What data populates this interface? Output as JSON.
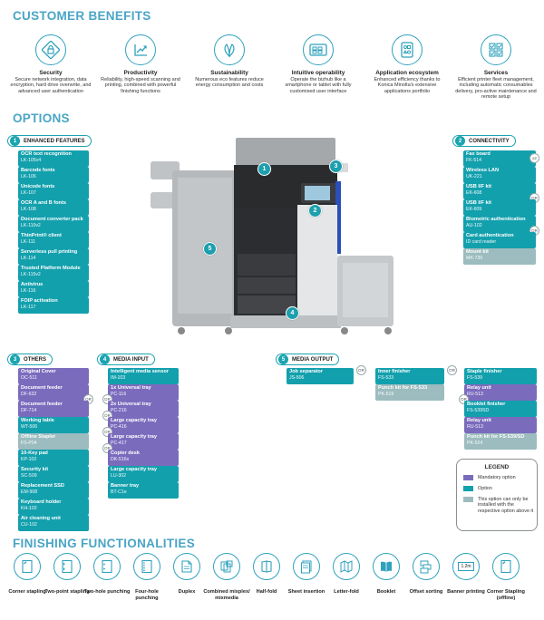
{
  "benefits": {
    "title": "CUSTOMER BENEFITS",
    "items": [
      {
        "icon": "lock-shield-icon",
        "title": "Security",
        "desc": "Secure network integration, data encryption, hard drive overwrite, and advanced user authentication"
      },
      {
        "icon": "growth-chart-icon",
        "title": "Productivity",
        "desc": "Reliability, high-speed scanning and printing, combined with powerful finishing functions"
      },
      {
        "icon": "leaf-icon",
        "title": "Sustainability",
        "desc": "Numerous eco features reduce energy consumption and costs"
      },
      {
        "icon": "tablet-panel-icon",
        "title": "Intuitive operability",
        "desc": "Operate the bizhub like a smartphone or tablet with fully customised user interface"
      },
      {
        "icon": "app-grid-icon",
        "title": "Application ecosystem",
        "desc": "Enhanced efficiency thanks to Konica Minolta's extensive applications portfolio"
      },
      {
        "icon": "checklist-icon",
        "title": "Services",
        "desc": "Efficient printer fleet management, including automatic consumables delivery, pro-active maintenance and remote setup"
      }
    ]
  },
  "options": {
    "title": "OPTIONS",
    "or_label": "OR",
    "x2_label": "x2",
    "enhanced": {
      "num": "1",
      "label": "ENHANCED FEATURES",
      "items": [
        {
          "a": "OCR text recognition",
          "b": "LK-105v4"
        },
        {
          "a": "Barcode fonts",
          "b": "LK-106"
        },
        {
          "a": "Unicode fonts",
          "b": "LK-107"
        },
        {
          "a": "OCR A and B fonts",
          "b": "LK-108"
        },
        {
          "a": "Document converter pack",
          "b": "LK-110v2"
        },
        {
          "a": "ThinPrint® client",
          "b": "LK-111"
        },
        {
          "a": "Serverless pull printing",
          "b": "LK-114"
        },
        {
          "a": "Trusted Platform Module",
          "b": "LK-115v2"
        },
        {
          "a": "Antivirus",
          "b": "LK-116"
        },
        {
          "a": "FOIP activation",
          "b": "LK-117"
        }
      ]
    },
    "connectivity": {
      "num": "2",
      "label": "CONNECTIVITY",
      "items": [
        {
          "a": "Fax board",
          "b": "FK-514"
        },
        {
          "a": "Wireless LAN",
          "b": "UK-221"
        },
        {
          "a": "USB I/F kit",
          "b": "EK-608"
        },
        {
          "a": "USB I/F kit",
          "b": "EK-609"
        },
        {
          "a": "Biometric authentication",
          "b": "AU-102"
        },
        {
          "a": "Card authentication",
          "b": "ID card reader"
        },
        {
          "a": "Mount kit",
          "b": "MK-735"
        }
      ]
    },
    "others": {
      "num": "3",
      "label": "OTHERS",
      "items": [
        {
          "a": "Original Cover",
          "b": "OC-511"
        },
        {
          "a": "Document feeder",
          "b": "DF-632"
        },
        {
          "a": "Document feeder",
          "b": "DF-714"
        },
        {
          "a": "Working table",
          "b": "WT-506"
        },
        {
          "a": "Offline Stapler",
          "b": "FS-P04"
        },
        {
          "a": "10-Key pad",
          "b": "KP-102"
        },
        {
          "a": "Security kit",
          "b": "SC-509"
        },
        {
          "a": "Replacement SSD",
          "b": "EM-908"
        },
        {
          "a": "Keyboard holder",
          "b": "KH-102"
        },
        {
          "a": "Air cleaning unit",
          "b": "CU-102"
        }
      ]
    },
    "media_input": {
      "num": "4",
      "label": "MEDIA INPUT",
      "items": [
        {
          "a": "Intelligent media sensor",
          "b": "IM-103"
        },
        {
          "a": "1x Universal tray",
          "b": "PC-116"
        },
        {
          "a": "2x Universal tray",
          "b": "PC-216"
        },
        {
          "a": "Large capacity tray",
          "b": "PC-416"
        },
        {
          "a": "Large capacity tray",
          "b": "PC-417"
        },
        {
          "a": "Copier desk",
          "b": "DK-516x"
        },
        {
          "a": "Large capacity tray",
          "b": "LU-302"
        },
        {
          "a": "Banner tray",
          "b": "BT-C1e"
        }
      ]
    },
    "media_output": {
      "num": "5",
      "label": "MEDIA OUTPUT",
      "col1": [
        {
          "a": "Job separator",
          "b": "JS-506"
        }
      ],
      "col2": [
        {
          "a": "Inner finisher",
          "b": "FS-533"
        },
        {
          "a": "Punch kit for FS-533",
          "b": "PK-519"
        }
      ],
      "col3": [
        {
          "a": "Staple finisher",
          "b": "FS-539"
        },
        {
          "a": "Relay unit",
          "b": "RU-513"
        },
        {
          "a": "Booklet finisher",
          "b": "FS-539SD"
        },
        {
          "a": "Relay unit",
          "b": "RU-513"
        },
        {
          "a": "Punch kit for FS-539/SD",
          "b": "PK-524"
        }
      ]
    },
    "legend": {
      "title": "LEGEND",
      "items": [
        {
          "color": "#7b6bbd",
          "text": "Mandatory option"
        },
        {
          "color": "#13a0ad",
          "text": "Option"
        },
        {
          "color": "#9cbcbf",
          "text": "This option can only be installed with the respective option above it"
        }
      ]
    },
    "callouts": [
      "1",
      "2",
      "3",
      "4",
      "5"
    ]
  },
  "finishing": {
    "title": "FINISHING FUNCTIONALITIES",
    "items": [
      {
        "icon": "corner-staple-icon",
        "label": "Corner stapling"
      },
      {
        "icon": "two-point-staple-icon",
        "label": "Two-point stapling"
      },
      {
        "icon": "two-hole-punch-icon",
        "label": "Two-hole punching"
      },
      {
        "icon": "four-hole-punch-icon",
        "label": "Four-hole punching"
      },
      {
        "icon": "duplex-icon",
        "label": "Duplex"
      },
      {
        "icon": "mixed-media-icon",
        "label": "Combined mixplex/ mixmedia"
      },
      {
        "icon": "half-fold-icon",
        "label": "Half-fold"
      },
      {
        "icon": "sheet-insertion-icon",
        "label": "Sheet insertion"
      },
      {
        "icon": "letter-fold-icon",
        "label": "Letter-fold"
      },
      {
        "icon": "booklet-icon",
        "label": "Booklet"
      },
      {
        "icon": "offset-sorting-icon",
        "label": "Offset sorting"
      },
      {
        "icon": "banner-printing-icon",
        "label": "Banner printing",
        "badge": "1.2m"
      },
      {
        "icon": "offline-staple-icon",
        "label": "Corner Stapling (offline)"
      }
    ]
  }
}
